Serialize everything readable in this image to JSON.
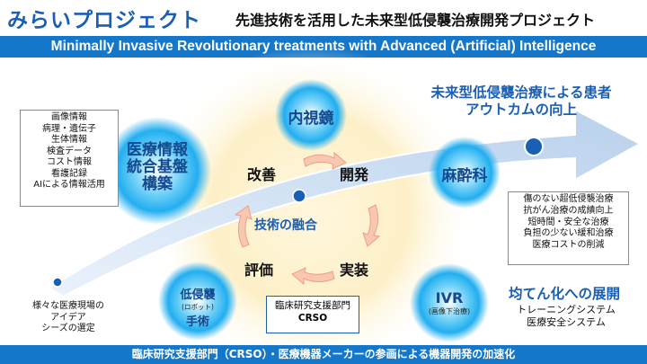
{
  "header": {
    "title": "みらいプロジェクト",
    "subtitle": "先進技術を活用した未来型低侵襲治療開発プロジェクト",
    "banner": "Minimally Invasive Revolutionary treatments with Advanced (Artificial) Intelligence"
  },
  "outcome": {
    "line1": "未来型低侵襲治療による患者",
    "line2": "アウトカムの向上"
  },
  "nodes": {
    "endoscope": "内視鏡",
    "medinfo_line1": "医療情報",
    "medinfo_line2": "統合基盤",
    "medinfo_line3": "構築",
    "anesthesia": "麻酔科",
    "ivr": "IVR",
    "ivr_sub": "(画像下治療)",
    "lowinvasive": "低侵襲",
    "lowinvasive_sub": "(ロボット)",
    "surgery": "手術"
  },
  "cycle": {
    "improve": "改善",
    "develop": "開発",
    "implement": "実装",
    "evaluate": "評価",
    "fusion": "技術の融合"
  },
  "data_list": [
    "画像情報",
    "病理・遺伝子",
    "生体情報",
    "検査データ",
    "コスト情報",
    "看護記録",
    "AIによる情報活用"
  ],
  "bullets": [
    "傷のない超低侵襲治療",
    "抗がん治療の成績向上",
    "短時間・安全な治療",
    "負担の少ない緩和治療",
    "医療コストの削減"
  ],
  "equalization": {
    "title": "均てん化への展開",
    "items": [
      "トレーニングシステム",
      "医療安全システム"
    ]
  },
  "field_note": [
    "様々な医療現場の",
    "アイデア",
    "シーズの選定"
  ],
  "crso": {
    "line1": "臨床研究支援部門",
    "line2": "CRSO"
  },
  "footer": "臨床研究支援部門（CRSO）・医療機器メーカーの参画による機器開発の加速化",
  "colors": {
    "brand_blue": "#1577c9",
    "text_blue": "#1a5fb4",
    "node_cyan": "#33b8f0",
    "arrow_salmon": "#f3b8a0"
  }
}
